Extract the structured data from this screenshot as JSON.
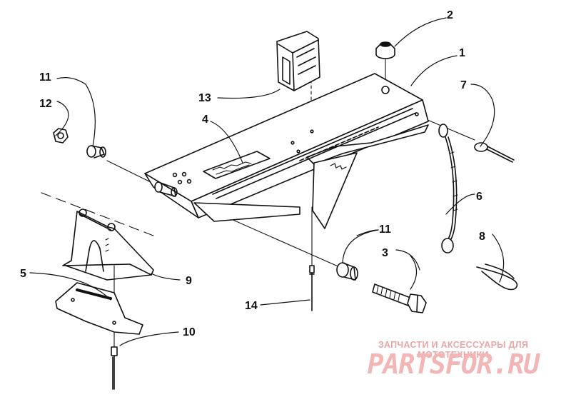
{
  "callouts": {
    "c1": "1",
    "c2": "2",
    "c3": "3",
    "c4": "4",
    "c5": "5",
    "c6": "6",
    "c7": "7",
    "c8": "8",
    "c9": "9",
    "c10": "10",
    "c11a": "11",
    "c11b": "11",
    "c12": "12",
    "c13": "13",
    "c14": "14"
  },
  "watermark": {
    "tagline": "ЗАПЧАСТИ И АКСЕССУАРЫ ДЛЯ МОТОТЕХНИКИ",
    "logo": "PARTSFOR.RU"
  },
  "colors": {
    "line": "#111111",
    "watermark": "#f2b6b6"
  }
}
